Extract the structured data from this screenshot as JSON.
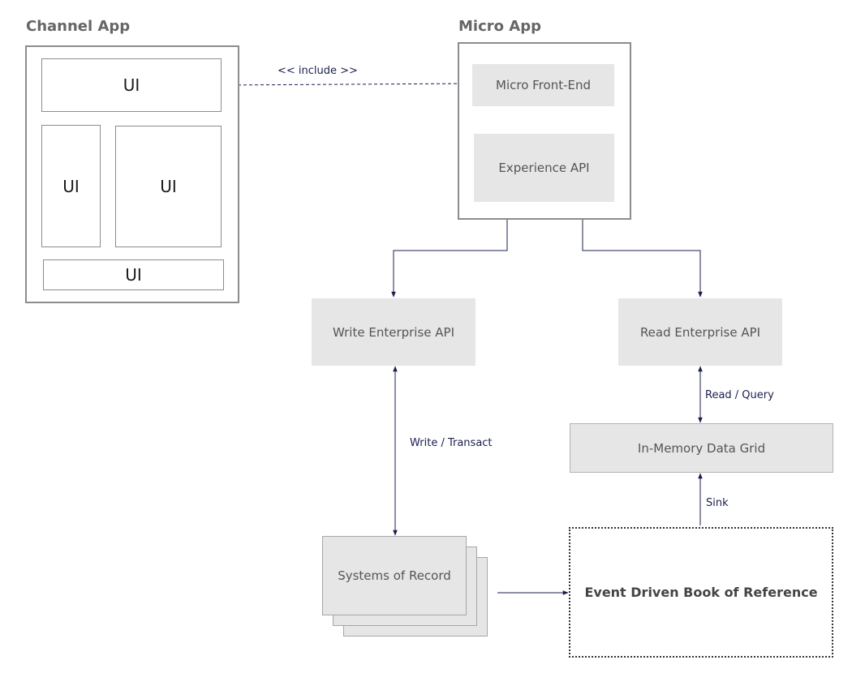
{
  "channel_app": {
    "title": "Channel App",
    "ui_top": "UI",
    "ui_left": "UI",
    "ui_right": "UI",
    "ui_bottom": "UI"
  },
  "micro_app": {
    "title": "Micro App",
    "front_end": "Micro Front-End",
    "experience_api": "Experience API"
  },
  "include_label": "<< include >>",
  "write_api": "Write Enterprise API",
  "read_api": "Read Enterprise API",
  "read_query_label": "Read / Query",
  "write_transact_label": "Write / Transact",
  "data_grid": "In-Memory Data Grid",
  "sink_label": "Sink",
  "systems_of_record": "Systems of Record",
  "event_book": "Event Driven Book of Reference",
  "colors": {
    "connector": "#1b1f4e",
    "box_fill": "#e6e6e6",
    "frame_border": "#8c8c8c"
  }
}
